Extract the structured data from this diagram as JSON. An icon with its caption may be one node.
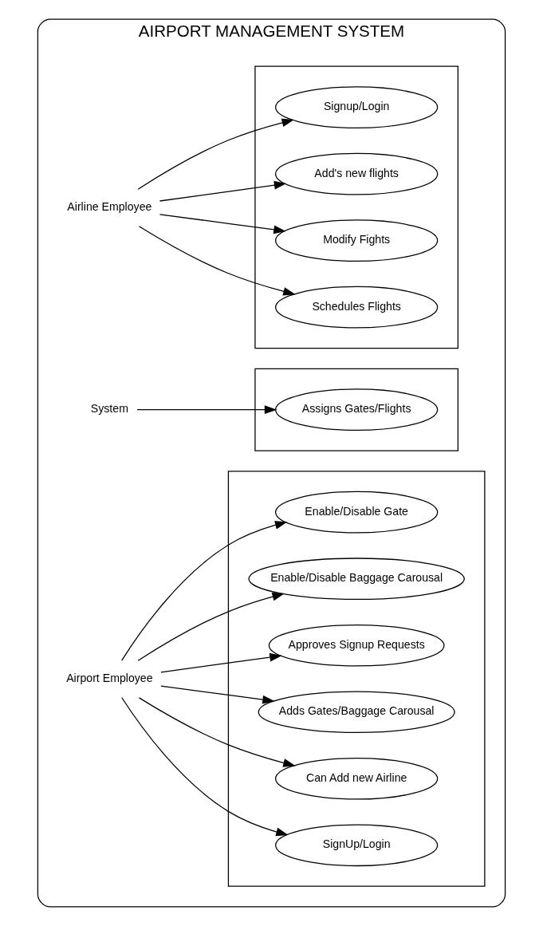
{
  "diagram": {
    "nodes": [
      {
        "text": [
          "AIRPORT MANAGEMENT SYSTEM"
        ]
      },
      {
        "text": [
          "Airline Employee"
        ],
        "in": 0
      },
      {
        "text": [],
        "shape": "box",
        "in": 0
      },
      {
        "text": [
          "Signup/Login"
        ],
        "in": 2
      },
      {
        "text": [
          "Add's new flights"
        ],
        "in": 2
      },
      {
        "text": [
          "Modify Fights"
        ],
        "in": 2
      },
      {
        "text": [
          "Schedules Flights"
        ],
        "in": 2
      },
      {
        "text": [
          "System"
        ],
        "in": 0
      },
      {
        "text": [],
        "shape": "box",
        "in": 0
      },
      {
        "text": [
          "Assigns Gates/Flights"
        ],
        "in": 8
      },
      {
        "text": [
          "Airport Employee"
        ],
        "in": 0
      },
      {
        "text": [],
        "shape": "box",
        "in": 0
      },
      {
        "text": [
          "Enable/Disable Gate"
        ],
        "in": 11
      },
      {
        "text": [
          "Enable/Disable Baggage Carousal"
        ],
        "in": 11
      },
      {
        "text": [
          "Approves Signup Requests"
        ],
        "in": 11
      },
      {
        "text": [
          "Adds Gates/Baggage Carousal"
        ],
        "in": 11
      },
      {
        "text": [
          "Can Add new Airline"
        ],
        "in": 11
      },
      {
        "text": [
          "SignUp/Login"
        ],
        "in": 11
      }
    ],
    "edges": [
      {
        "from": 1,
        "to": 3,
        "arrow": "to"
      },
      {
        "from": 1,
        "to": 4,
        "arrow": "to"
      },
      {
        "from": 1,
        "to": 5,
        "arrow": "to"
      },
      {
        "from": 1,
        "to": 6,
        "arrow": "to"
      },
      {
        "from": 7,
        "to": 9,
        "arrow": "to"
      },
      {
        "from": 10,
        "to": 12,
        "arrow": "to"
      },
      {
        "from": 10,
        "to": 13,
        "arrow": "to"
      },
      {
        "from": 10,
        "to": 14,
        "arrow": "to"
      },
      {
        "from": 10,
        "to": 15,
        "arrow": "to"
      },
      {
        "from": 10,
        "to": 16,
        "arrow": "to"
      },
      {
        "from": 10,
        "to": 17,
        "arrow": "to"
      }
    ]
  }
}
